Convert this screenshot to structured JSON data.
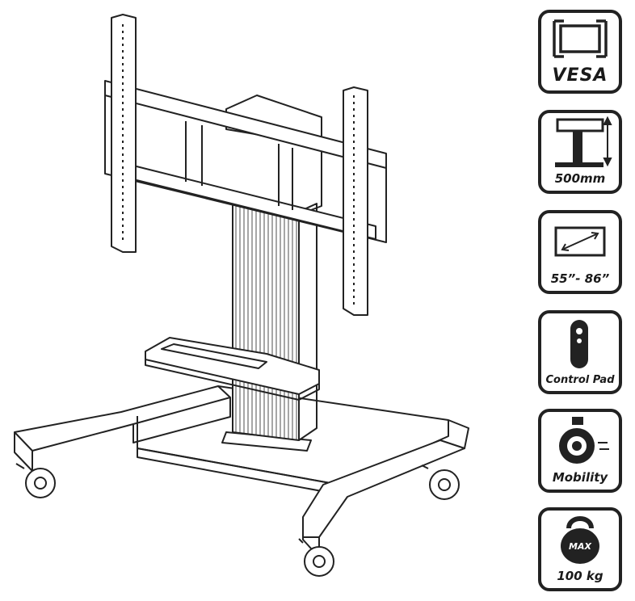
{
  "features": [
    {
      "icon": "vesa-mount-icon",
      "label": "VESA"
    },
    {
      "icon": "height-adjust-icon",
      "label": "500mm"
    },
    {
      "icon": "screen-size-icon",
      "label": "55”- 86”"
    },
    {
      "icon": "remote-control-icon",
      "label": "Control Pad"
    },
    {
      "icon": "caster-wheel-icon",
      "label": "Mobility"
    },
    {
      "icon": "kettlebell-weight-icon",
      "label": "100 kg",
      "badge": "MAX"
    }
  ]
}
